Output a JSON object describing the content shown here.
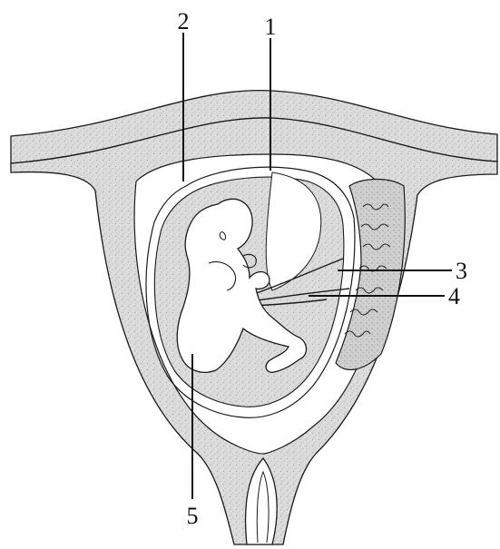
{
  "labels": {
    "l1": "1",
    "l2": "2",
    "l3": "3",
    "l4": "4",
    "l5": "5"
  },
  "colors": {
    "ink": "#1a1a1a",
    "stipple": "#d2d2d2",
    "stipple_dark": "#b9b9b9",
    "skin": "#ffffff",
    "background": "#ffffff"
  }
}
